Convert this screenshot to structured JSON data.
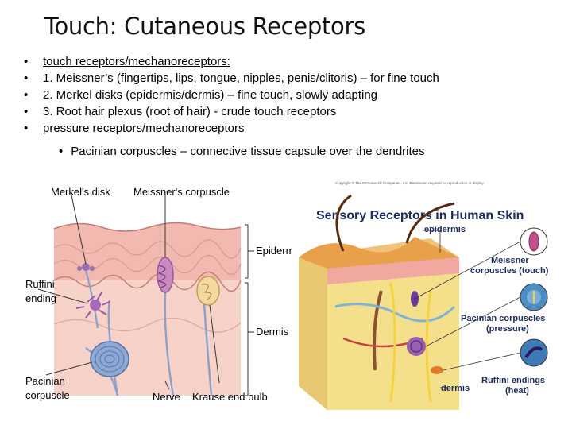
{
  "slide": {
    "title": "Touch: Cutaneous Receptors",
    "bullet_char": "•",
    "bullets": [
      {
        "text": "touch receptors/mechanoreceptors:",
        "underline": true
      },
      {
        "text": "1.  Meissner’s (fingertips, lips, tongue, nipples, penis/clitoris) – for fine touch",
        "underline": false
      },
      {
        "text": "2.  Merkel disks (epidermis/dermis) – fine touch, slowly adapting",
        "underline": false
      },
      {
        "text": "3.   Root hair plexus (root of hair)  - crude touch receptors",
        "underline": false
      },
      {
        "text": "pressure receptors/mechanoreceptors",
        "underline": true
      }
    ],
    "sub_bullet": "Pacinian corpuscles – connective tissue capsule over the dendrites"
  },
  "figure_left": {
    "labels": {
      "merkel": "Merkel's disk",
      "meissner": "Meissner's corpuscle",
      "epidermis": "Epidermis",
      "dermis": "Dermis",
      "ruffini_1": "Ruffini",
      "ruffini_2": "ending",
      "pacinian_1": "Pacinian",
      "pacinian_2": "corpuscle",
      "nerve": "Nerve",
      "krause": "Krause end bulb"
    }
  },
  "figure_right": {
    "copyright": "Copyright © The McGraw-Hill Companies, Inc. Permission required for reproduction or display.",
    "title": "Sensory Receptors in Human Skin",
    "labels": {
      "epidermis": "epidermis",
      "dermis": "dermis",
      "meissner_1": "Meissner",
      "meissner_2": "corpuscles (touch)",
      "pacinian_1": "Pacinian corpuscles",
      "pacinian_2": "(pressure)",
      "ruffini_1": "Ruffini endings",
      "ruffini_2": "(heat)"
    }
  },
  "colors": {
    "epidermis_pink": "#f2b9b0",
    "dermis_pink": "#f6d2c8",
    "nerve_blue": "#8aa0c8",
    "meissner_purple": "#b56db5",
    "ruffini_purple": "#9a5aa8",
    "pacinian_blue": "#7f97c4",
    "skin_orange": "#e9a04a",
    "right_title_navy": "#1b2b5c"
  }
}
